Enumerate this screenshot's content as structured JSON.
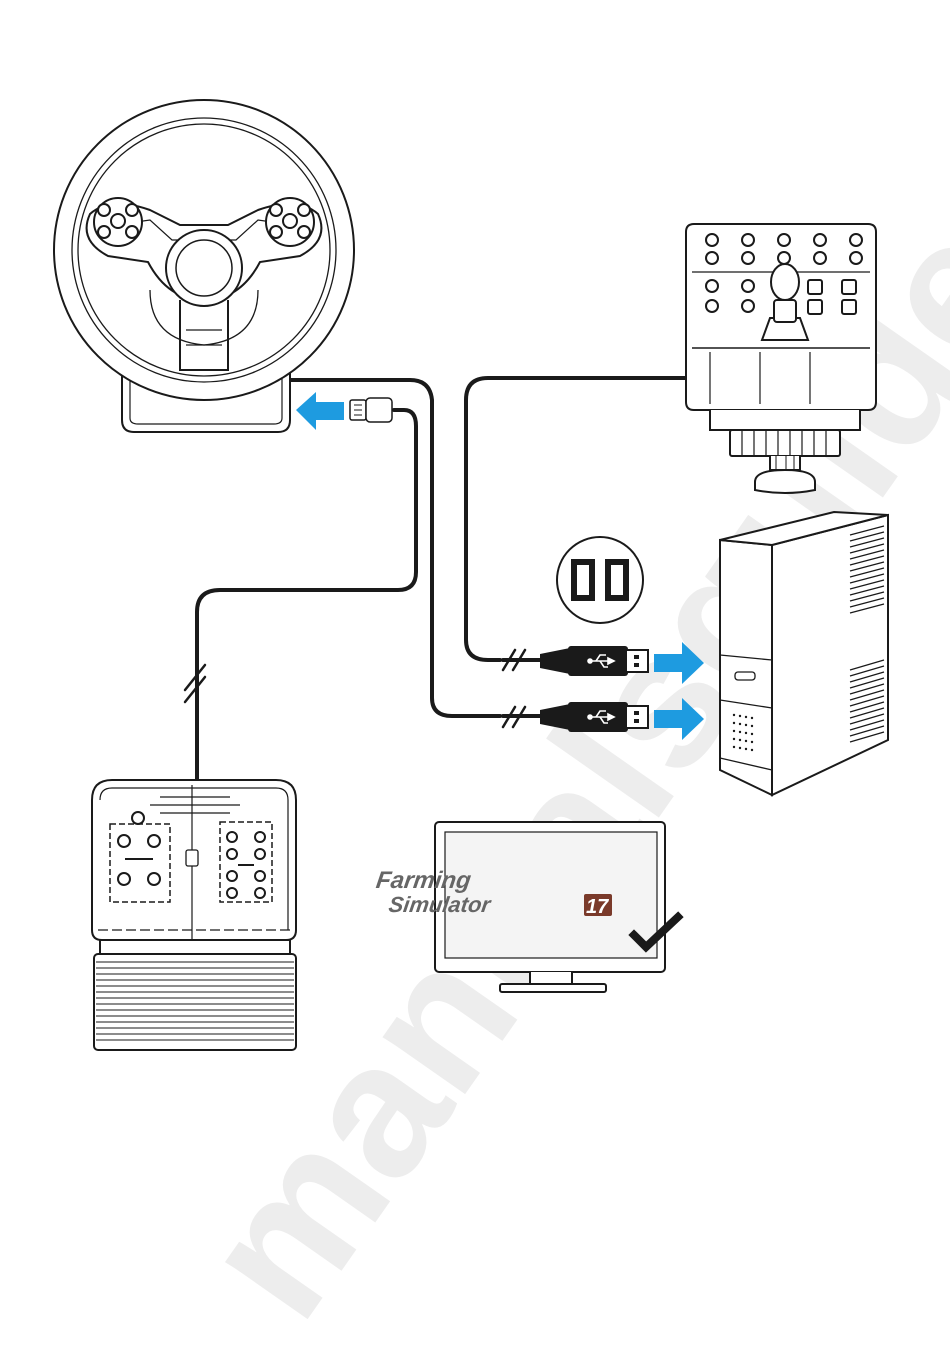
{
  "monitor": {
    "logo_line1": "Farming",
    "logo_line2": "Simulator",
    "logo_number": "17"
  },
  "watermark_text": "manualsguide",
  "colors": {
    "line": "#1a1a1a",
    "arrow": "#1e9be0",
    "watermark": "#ebebeb",
    "fill": "#ffffff",
    "shade": "#f2f2f2"
  },
  "icons": [
    "steering-wheel",
    "side-panel-controller",
    "pedals",
    "pc-tower",
    "usb-port",
    "usb-plug",
    "usb-symbol",
    "arrow",
    "monitor",
    "checkmark-icon"
  ]
}
